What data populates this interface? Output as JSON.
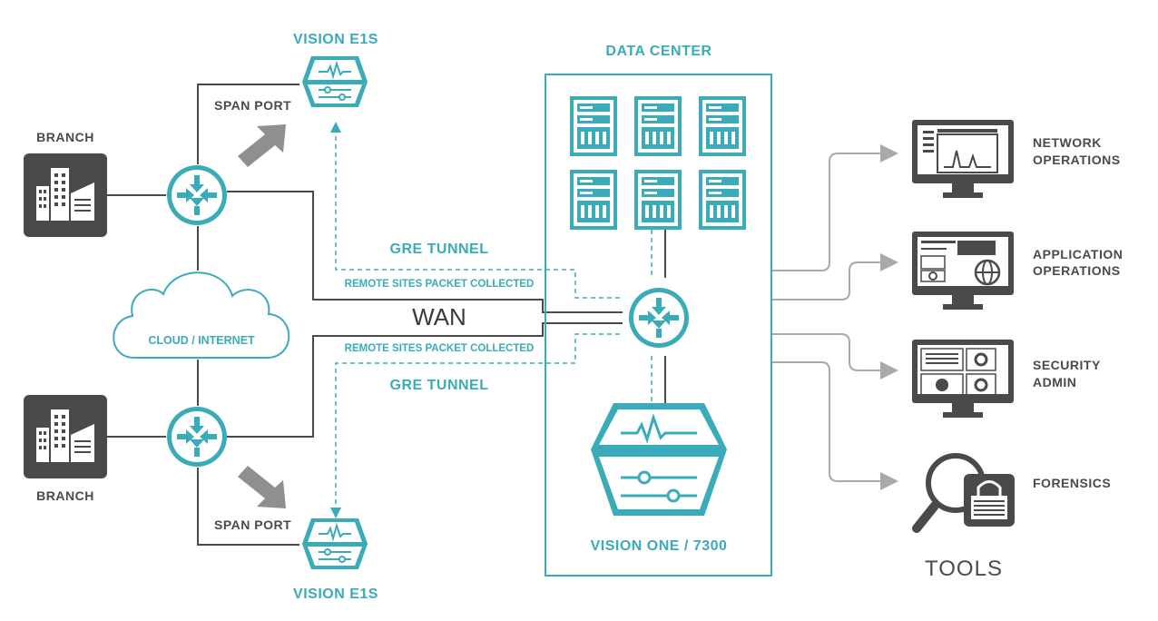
{
  "colors": {
    "teal": "#3aabb8",
    "dark_gray": "#4a4a4a",
    "line_gray": "#a9a9a9",
    "arrow_gray": "#8f8f8f"
  },
  "labels": {
    "vision_e1s_top": "VISION E1S",
    "vision_e1s_bottom": "VISION E1S",
    "span_port_top": "SPAN PORT",
    "span_port_bottom": "SPAN PORT",
    "branch_top": "BRANCH",
    "branch_bottom": "BRANCH",
    "cloud": "CLOUD / INTERNET",
    "gre_tunnel_top": "GRE TUNNEL",
    "gre_tunnel_bottom": "GRE TUNNEL",
    "remote_top": "REMOTE SITES PACKET COLLECTED",
    "remote_bottom": "REMOTE SITES PACKET COLLECTED",
    "wan": "WAN",
    "data_center": "DATA CENTER",
    "vision_one": "VISION ONE / 7300",
    "net_ops_1": "NETWORK",
    "net_ops_2": "OPERATIONS",
    "app_ops_1": "APPLICATION",
    "app_ops_2": "OPERATIONS",
    "sec_1": "SECURITY",
    "sec_2": "ADMIN",
    "forensics": "FORENSICS",
    "tools": "TOOLS"
  },
  "icons": [
    "building-icon",
    "router-icon",
    "cloud-icon",
    "server-icon",
    "vision-appliance-icon",
    "monitor-icon",
    "magnifier-lock-icon",
    "span-arrow-icon"
  ]
}
